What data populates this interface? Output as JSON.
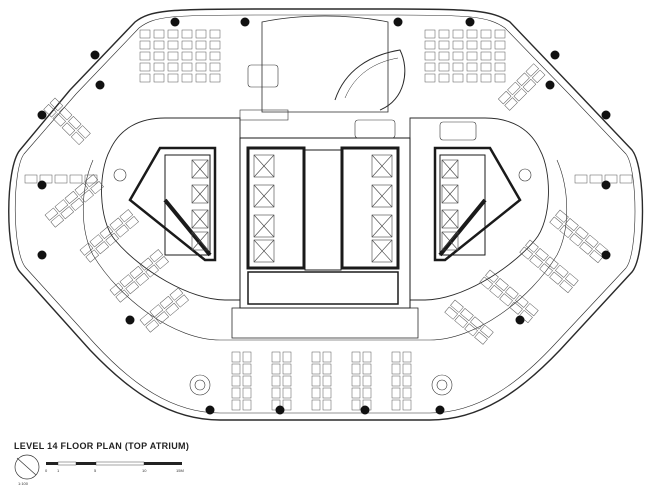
{
  "title": "LEVEL 14 FLOOR PLAN (TOP ATRIUM)",
  "scale_text": "1:100",
  "scale_ticks": [
    "0",
    "1",
    "5",
    "10",
    "15M"
  ],
  "colors": {
    "ink": "#2a2a2a",
    "wall": "#1a1a1a",
    "furniture": "#555555",
    "column": "#111111"
  }
}
